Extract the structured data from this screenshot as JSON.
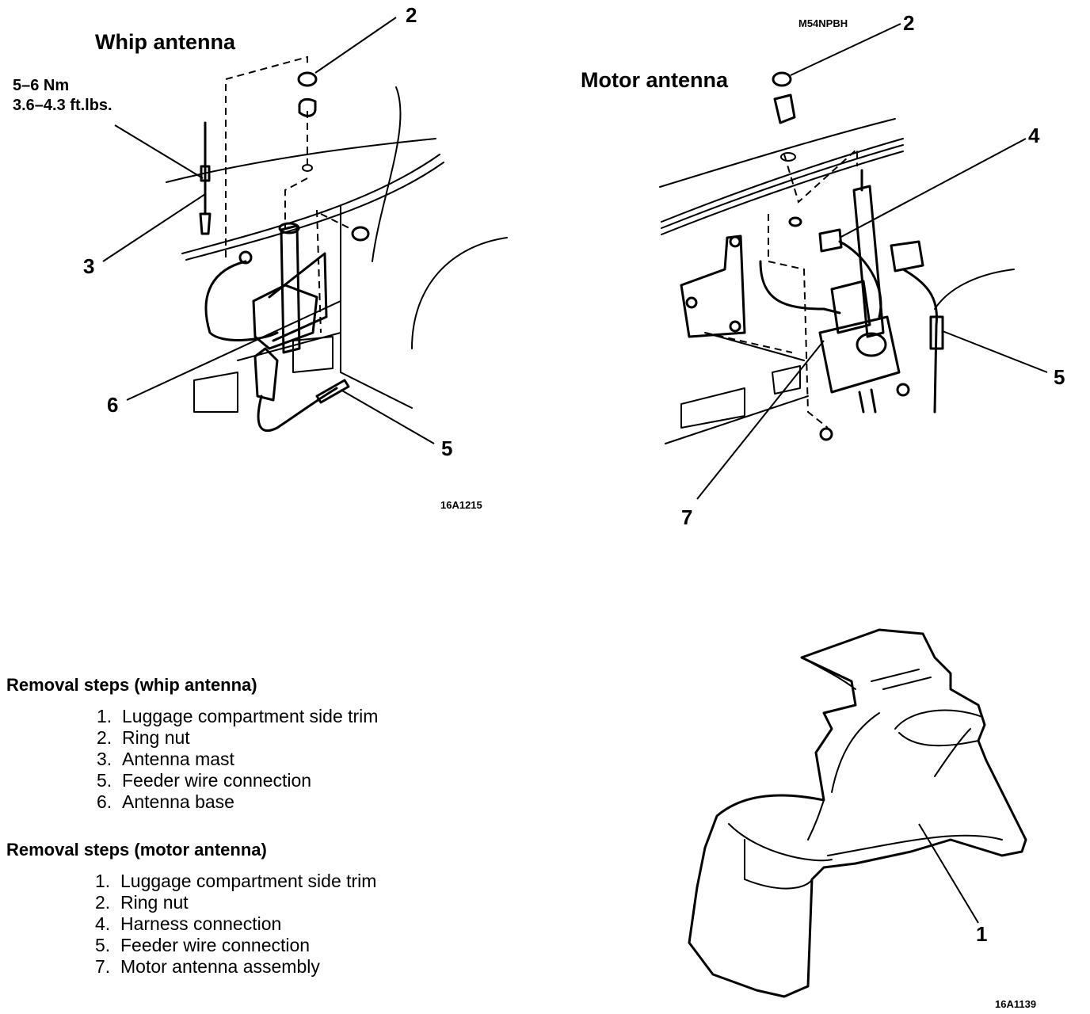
{
  "whip": {
    "title": "Whip antenna",
    "torque_metric": "5–6 Nm",
    "torque_imperial": "3.6–4.3 ft.lbs.",
    "callouts": {
      "c2": "2",
      "c3": "3",
      "c5": "5",
      "c6": "6"
    },
    "figure_code": "16A1215"
  },
  "motor": {
    "title": "Motor antenna",
    "figure_ref": "M54NPBH",
    "callouts": {
      "c2": "2",
      "c4": "4",
      "c5": "5",
      "c7": "7"
    }
  },
  "trim": {
    "callouts": {
      "c1": "1"
    },
    "figure_code": "16A1139"
  },
  "removal_whip": {
    "title": "Removal steps (whip antenna)",
    "steps": [
      {
        "num": "1.",
        "label": "Luggage compartment side trim"
      },
      {
        "num": "2.",
        "label": "Ring nut"
      },
      {
        "num": "3.",
        "label": "Antenna mast"
      },
      {
        "num": "5.",
        "label": "Feeder wire connection"
      },
      {
        "num": "6.",
        "label": "Antenna base"
      }
    ]
  },
  "removal_motor": {
    "title": "Removal steps (motor antenna)",
    "steps": [
      {
        "num": "1.",
        "label": "Luggage compartment side trim"
      },
      {
        "num": "2.",
        "label": "Ring nut"
      },
      {
        "num": "4.",
        "label": "Harness connection"
      },
      {
        "num": "5.",
        "label": "Feeder wire connection"
      },
      {
        "num": "7.",
        "label": "Motor antenna assembly"
      }
    ]
  }
}
